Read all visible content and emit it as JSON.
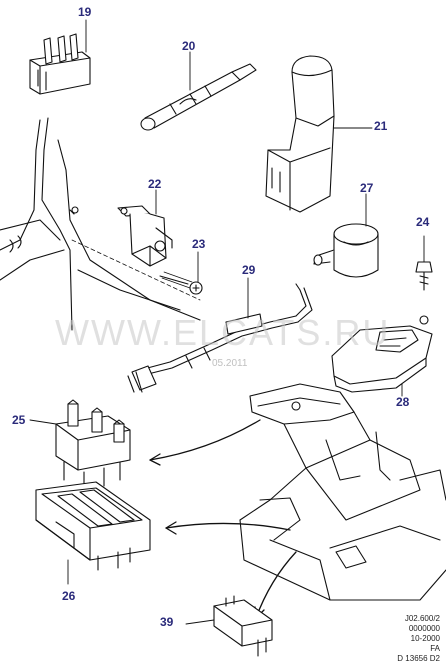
{
  "callouts": [
    {
      "id": "19",
      "label": "19"
    },
    {
      "id": "20",
      "label": "20"
    },
    {
      "id": "21",
      "label": "21"
    },
    {
      "id": "22",
      "label": "22"
    },
    {
      "id": "23",
      "label": "23"
    },
    {
      "id": "24",
      "label": "24"
    },
    {
      "id": "25",
      "label": "25"
    },
    {
      "id": "26",
      "label": "26"
    },
    {
      "id": "27",
      "label": "27"
    },
    {
      "id": "28",
      "label": "28"
    },
    {
      "id": "29",
      "label": "29"
    },
    {
      "id": "39",
      "label": "39"
    }
  ],
  "watermark": {
    "text": "WWW.ELCATS.RU",
    "date": "05.2011"
  },
  "doc_ref": {
    "line1": "J02.600/2",
    "line2": "0000000",
    "line3": "10-2000",
    "line4": "FA",
    "line5": "D 13656 D2"
  },
  "colors": {
    "callout": "#2a2a7a",
    "line": "#111111",
    "watermark": "#c8c8c8"
  }
}
